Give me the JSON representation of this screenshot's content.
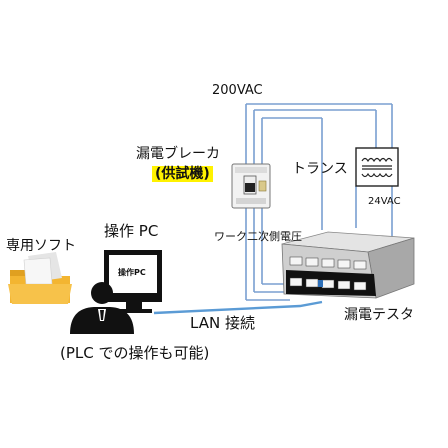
{
  "labels": {
    "voltage_ac": "200VAC",
    "breaker": "漏電ブレーカ",
    "breaker_sub": "(供試機)",
    "transformer": "トランス",
    "transformer_out": "24VAC",
    "work_secondary": "ワーク二次側電圧",
    "dedicated_soft": "専用ソフト",
    "operation_pc": "操作 PC",
    "monitor_text": "操作PC",
    "lan": "LAN 接続",
    "leak_tester": "漏電テスタ",
    "plc_note": "(PLC での操作も可能)"
  },
  "colors": {
    "wire": "#7a9fd0",
    "lan_cable": "#5b9bd5",
    "highlight": "#fff200",
    "folder": "#f3b531",
    "person": "#111111"
  }
}
